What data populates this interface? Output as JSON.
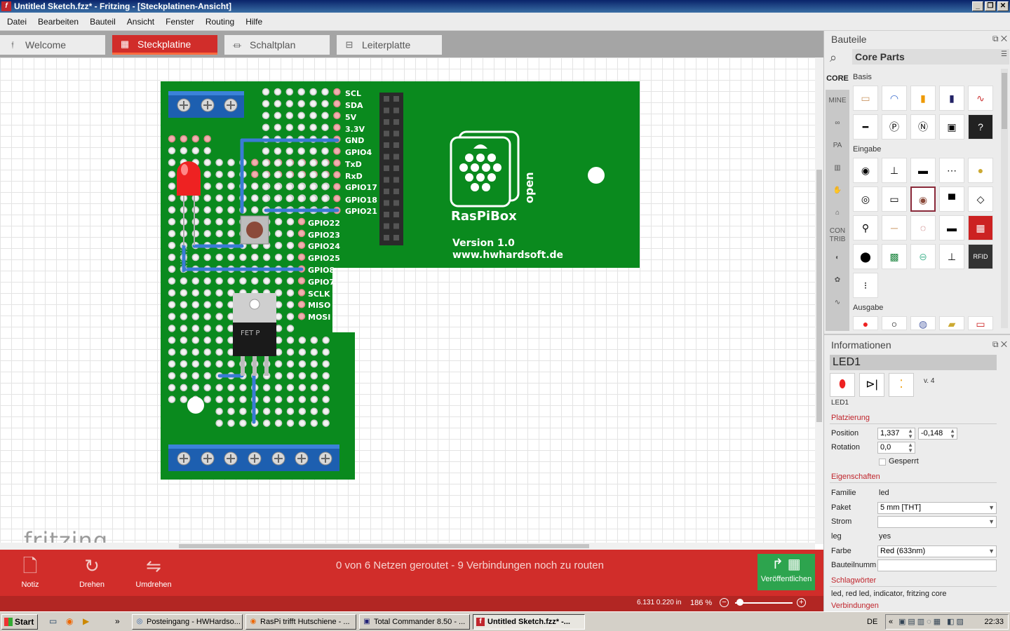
{
  "window": {
    "title": "Untitled Sketch.fzz* - Fritzing - [Steckplatinen-Ansicht]"
  },
  "menu": [
    "Datei",
    "Bearbeiten",
    "Bauteil",
    "Ansicht",
    "Fenster",
    "Routing",
    "Hilfe"
  ],
  "tabs": [
    {
      "label": "Welcome",
      "icon": "fritzing-f-icon"
    },
    {
      "label": "Steckplatine",
      "icon": "breadboard-icon"
    },
    {
      "label": "Schaltplan",
      "icon": "schematic-icon"
    },
    {
      "label": "Leiterplatte",
      "icon": "pcb-icon"
    }
  ],
  "board": {
    "pins_right": [
      "SCL",
      "SDA",
      "5V",
      "3.3V",
      "GND",
      "GPIO4",
      "TxD",
      "RxD",
      "GPIO17",
      "GPIO18",
      "GPIO21"
    ],
    "pins_left": [
      "GPIO22",
      "GPIO23",
      "GPIO24",
      "GPIO25",
      "GPIO8",
      "GPIO7",
      "SCLK",
      "MISO",
      "MOSI"
    ],
    "brand": "RasPiBox",
    "brand_open": "open",
    "version": "Version 1.0",
    "url": "www.hwhardsoft.de",
    "fet_label": "FET P",
    "board_color": "#0a8a1e"
  },
  "logo": "fritzing",
  "toolbar": {
    "note": "Notiz",
    "rotate": "Drehen",
    "flip": "Umdrehen",
    "route_status": "0 von 6 Netzen geroutet - 9 Verbindungen noch zu routen",
    "publish": "Veröffentlichen"
  },
  "statusbar": {
    "coords": "6.131 0.220 in",
    "zoom": "186 %"
  },
  "parts_panel": {
    "title": "Bauteile",
    "header": "Core Parts",
    "bins": [
      "CORE",
      "MINE",
      "",
      "",
      "",
      "",
      "",
      "CON TRIB",
      "",
      "",
      ""
    ],
    "sections": [
      "Basis",
      "Eingabe",
      "Ausgabe"
    ]
  },
  "info_panel": {
    "title": "Informationen",
    "name": "LED1",
    "caption": "LED1",
    "version": "v. 4",
    "placement": "Platzierung",
    "position_label": "Position",
    "pos_x": "1,337",
    "pos_y": "-0,148",
    "rotation_label": "Rotation",
    "rotation": "0,0",
    "locked": "Gesperrt",
    "properties": "Eigenschaften",
    "family_label": "Familie",
    "family": "led",
    "package_label": "Paket",
    "package": "5 mm [THT]",
    "current_label": "Strom",
    "current": "",
    "leg_label": "leg",
    "leg": "yes",
    "color_label": "Farbe",
    "color": "Red (633nm)",
    "partnum_label": "Bauteilnumm",
    "partnum": "",
    "tags_label": "Schlagwörter",
    "tags": "led, red led, indicator, fritzing core",
    "connections_label": "Verbindungen"
  },
  "taskbar": {
    "start": "Start",
    "tasks": [
      "Posteingang - HWHardso...",
      "RasPi trifft Hutschiene - ...",
      "Total Commander 8.50 - ...",
      "Untitled Sketch.fzz* -..."
    ],
    "lang": "DE",
    "time": "22:33"
  },
  "colors": {
    "accent": "#d12d2a",
    "publish": "#2da44e",
    "trace": "#3a7bd5"
  }
}
